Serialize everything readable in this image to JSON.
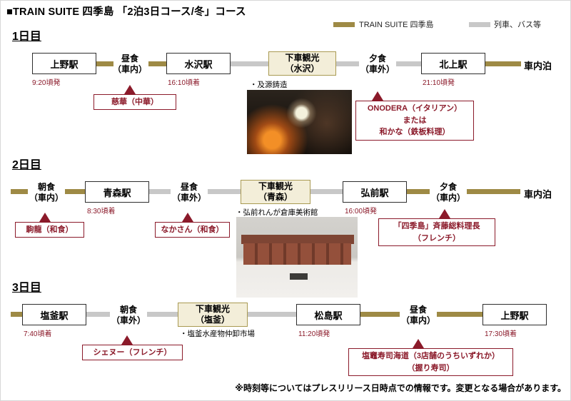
{
  "title": "■TRAIN SUITE 四季島 「2泊3日コース/冬」コース",
  "legend": {
    "train_suite": "TRAIN SUITE 四季島",
    "other": "列車、バス等"
  },
  "note": "※時刻等についてはプレスリリース日時点での情報です。変更となる場合があります。",
  "colors": {
    "train_suite_gold": "#9e8a45",
    "transit_gray": "#c8c8c8",
    "callout_maroon": "#8b1a2a",
    "sightseeing_beige": "#f3eed9"
  },
  "days": {
    "d1": {
      "label": "1日目",
      "ueno": {
        "name": "上野駅",
        "time": "9:20頃発"
      },
      "lunch": {
        "l1": "昼食",
        "l2": "（車内）"
      },
      "lunch_callout": "慈華（中華）",
      "mizusawa": {
        "name": "水沢駅",
        "time": "16:10頃着"
      },
      "sightseeing": {
        "l1": "下車観光",
        "l2": "（水沢）",
        "note": "・及源鋳造"
      },
      "dinner": {
        "l1": "夕食",
        "l2": "（車外）"
      },
      "dinner_callout": {
        "l1": "ONODERA（イタリアン）",
        "l2": "または",
        "l3": "和かな（鉄板料理）"
      },
      "kitakami": {
        "name": "北上駅",
        "time": "21:10頃発"
      },
      "overnight": "車内泊"
    },
    "d2": {
      "label": "2日目",
      "breakfast": {
        "l1": "朝食",
        "l2": "（車内）"
      },
      "breakfast_callout": "駒龍（和食）",
      "aomori": {
        "name": "青森駅",
        "time": "8:30頃着"
      },
      "lunch": {
        "l1": "昼食",
        "l2": "（車外）"
      },
      "lunch_callout": "なかさん（和食）",
      "sightseeing": {
        "l1": "下車観光",
        "l2": "（青森）",
        "note": "・弘前れんが倉庫美術館"
      },
      "hirosaki": {
        "name": "弘前駅",
        "time": "16:00頃発"
      },
      "dinner": {
        "l1": "夕食",
        "l2": "（車内）"
      },
      "dinner_callout": {
        "l1": "「四季島」斉藤総料理長",
        "l2": "（フレンチ）"
      },
      "overnight": "車内泊"
    },
    "d3": {
      "label": "3日目",
      "shiogama": {
        "name": "塩釜駅",
        "time": "7:40頃着"
      },
      "breakfast": {
        "l1": "朝食",
        "l2": "（車外）"
      },
      "breakfast_callout": "シェヌー（フレンチ）",
      "sightseeing": {
        "l1": "下車観光",
        "l2": "（塩釜）",
        "note": "・塩釜水産物仲卸市場"
      },
      "matsushima": {
        "name": "松島駅",
        "time": "11:20頃発"
      },
      "lunch": {
        "l1": "昼食",
        "l2": "（車内）"
      },
      "lunch_callout": {
        "l1": "塩竈寿司海道（3店舗のうちいずれか）",
        "l2": "（握り寿司）"
      },
      "ueno": {
        "name": "上野駅",
        "time": "17:30頃着"
      }
    }
  }
}
